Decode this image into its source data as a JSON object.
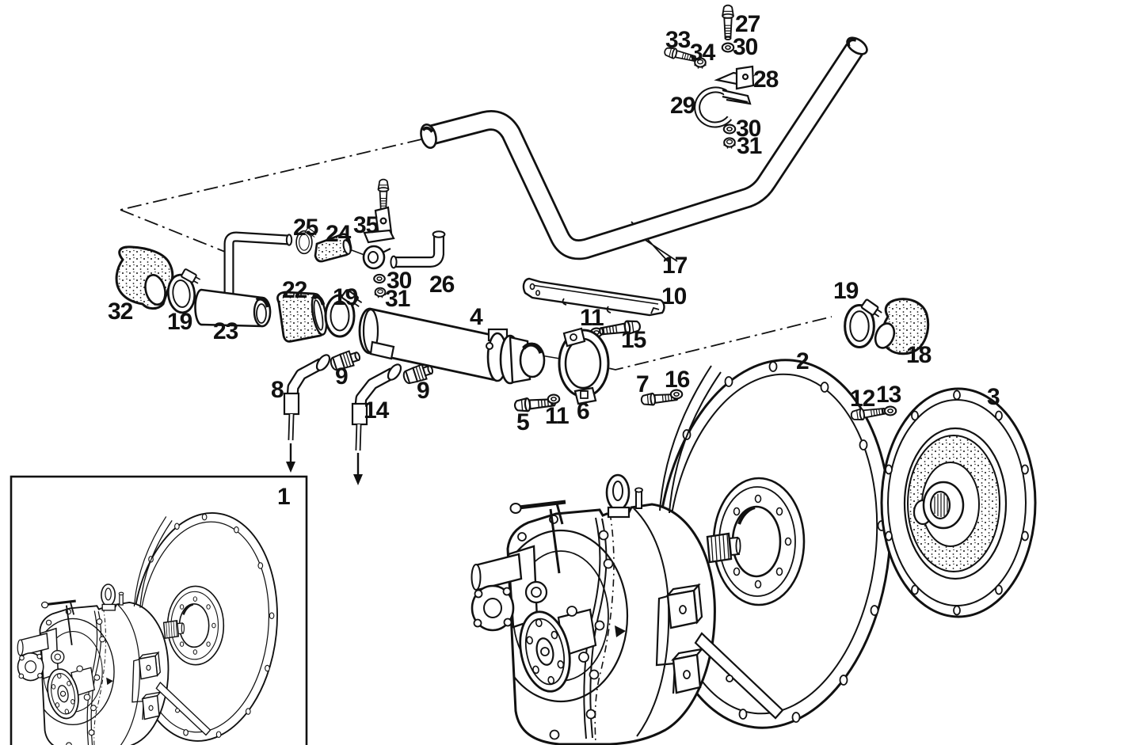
{
  "figure": {
    "kind": "exploded-parts-line-drawing",
    "colors": {
      "background": "#ffffff",
      "ink": "#111111"
    },
    "callouts": [
      {
        "n": "27"
      },
      {
        "n": "30"
      },
      {
        "n": "33"
      },
      {
        "n": "34"
      },
      {
        "n": "28"
      },
      {
        "n": "29"
      },
      {
        "n": "30"
      },
      {
        "n": "31"
      },
      {
        "n": "17"
      },
      {
        "n": "25"
      },
      {
        "n": "24"
      },
      {
        "n": "35"
      },
      {
        "n": "30"
      },
      {
        "n": "31"
      },
      {
        "n": "26"
      },
      {
        "n": "22"
      },
      {
        "n": "19"
      },
      {
        "n": "32"
      },
      {
        "n": "19"
      },
      {
        "n": "23"
      },
      {
        "n": "4"
      },
      {
        "n": "10"
      },
      {
        "n": "11"
      },
      {
        "n": "15"
      },
      {
        "n": "8"
      },
      {
        "n": "9"
      },
      {
        "n": "14"
      },
      {
        "n": "9"
      },
      {
        "n": "5"
      },
      {
        "n": "11"
      },
      {
        "n": "6"
      },
      {
        "n": "7"
      },
      {
        "n": "16"
      },
      {
        "n": "2"
      },
      {
        "n": "19"
      },
      {
        "n": "18"
      },
      {
        "n": "12"
      },
      {
        "n": "13"
      },
      {
        "n": "3"
      },
      {
        "n": "1"
      }
    ]
  }
}
